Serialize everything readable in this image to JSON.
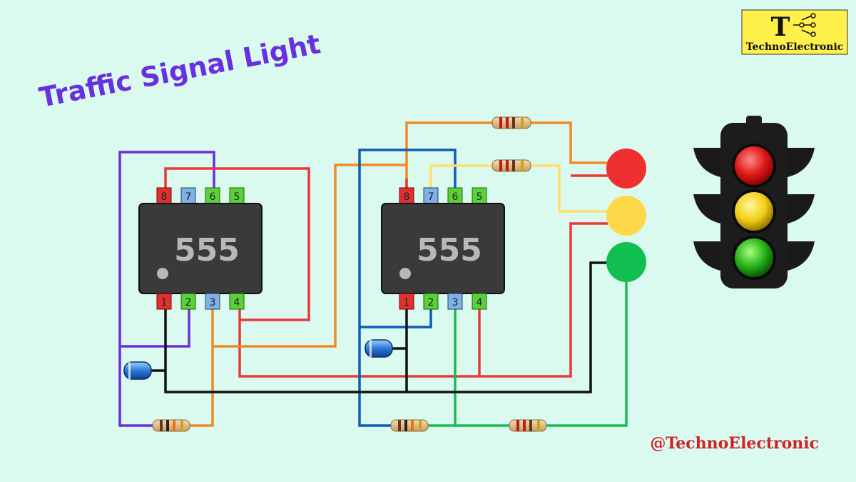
{
  "title": "Traffic Signal Light",
  "logo": {
    "letter": "T",
    "text": "TechnoElectronic"
  },
  "watermark": "@TechnoElectronic",
  "chip_label": "555",
  "chip_pins_top": [
    "8",
    "7",
    "6",
    "5"
  ],
  "chip_pins_bottom": [
    "1",
    "2",
    "3",
    "4"
  ],
  "colors": {
    "background": "#dafaf0",
    "purple": "#6a2fd8",
    "red": "#ea3838",
    "orange": "#f08a24",
    "blue": "#0e5bb8",
    "yellow": "#ffe06a",
    "green": "#1db954",
    "black": "#111111",
    "title": "#6a2fe0",
    "watermark": "#d42020"
  },
  "leds": [
    {
      "name": "red-led",
      "color": "#f03030"
    },
    {
      "name": "yellow-led",
      "color": "#ffd84a"
    },
    {
      "name": "green-led",
      "color": "#11bf50"
    }
  ]
}
